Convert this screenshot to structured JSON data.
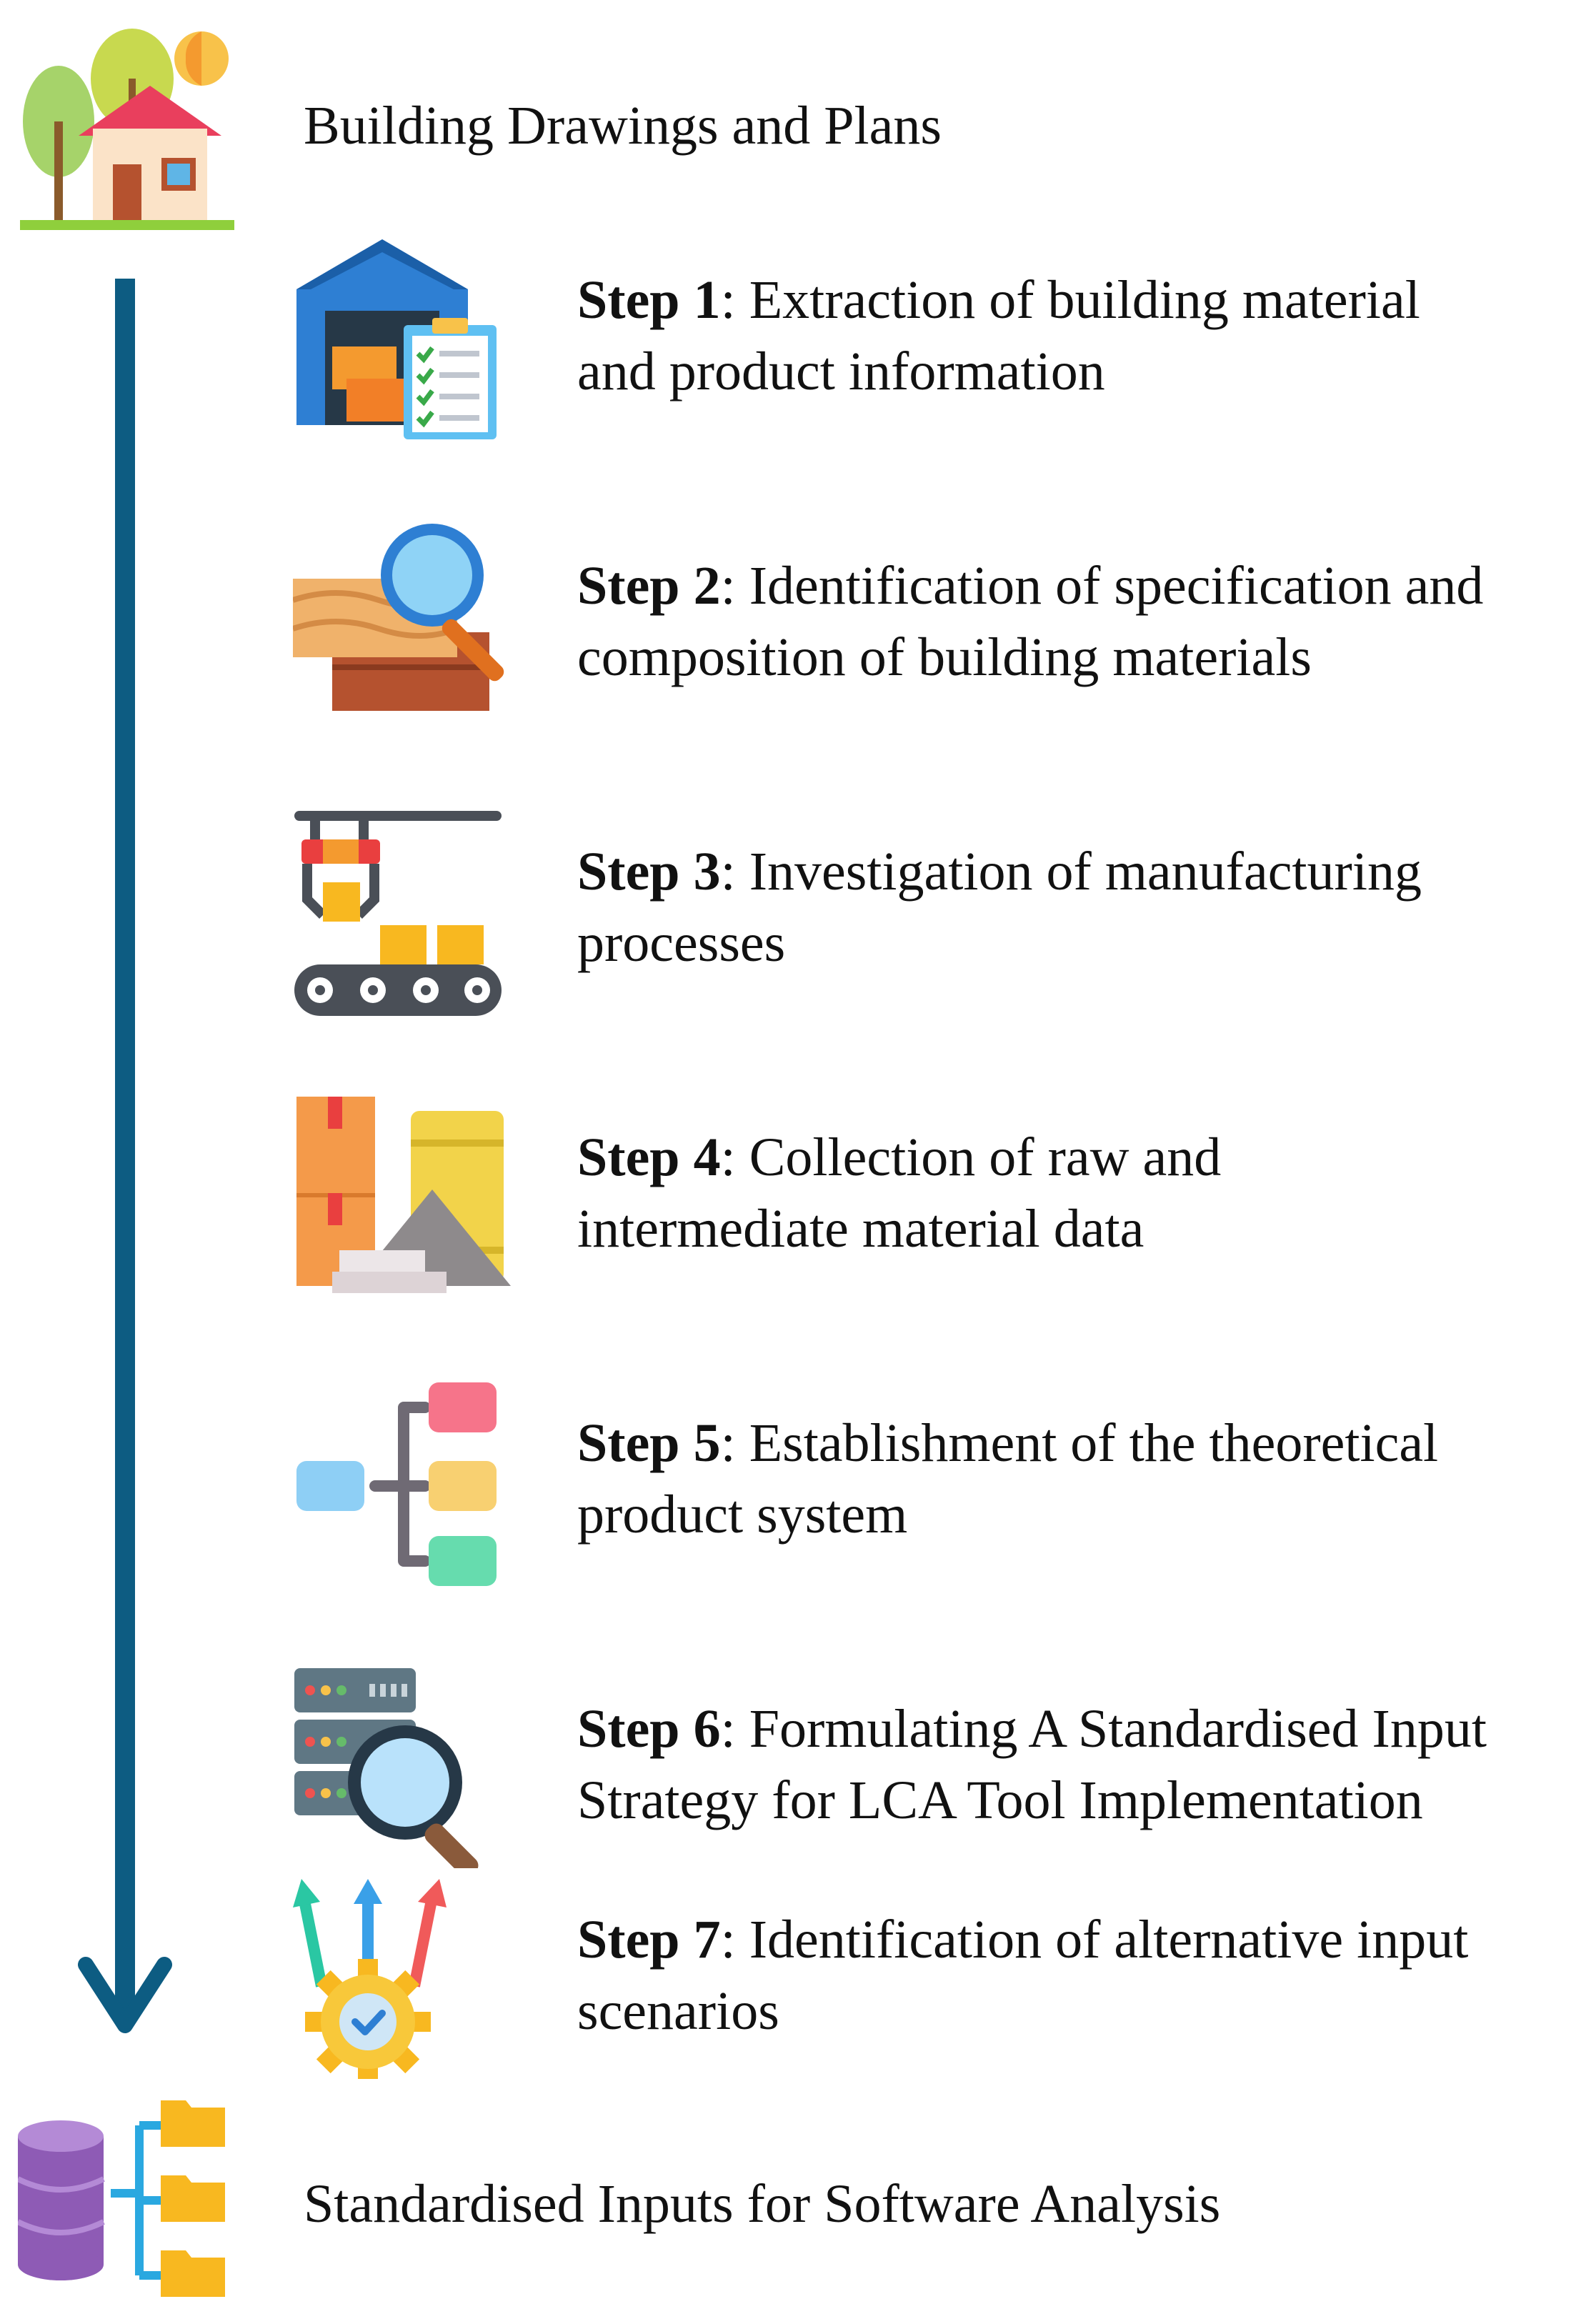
{
  "top": {
    "icon": "house-icon",
    "label": "Building Drawings and Plans"
  },
  "steps": [
    {
      "icon": "warehouse-checklist-icon",
      "prefix": "Step 1",
      "line1": ": Extraction of building material",
      "line2": "and product information"
    },
    {
      "icon": "wood-brick-magnifier-icon",
      "prefix": "Step 2",
      "line1": ": Identification of specification and",
      "line2": "composition of building materials"
    },
    {
      "icon": "conveyor-claw-icon",
      "prefix": "Step 3",
      "line1": ": Investigation of manufacturing",
      "line2": "processes"
    },
    {
      "icon": "raw-materials-icon",
      "prefix": "Step 4",
      "line1": ": Collection of raw and",
      "line2": "intermediate material data"
    },
    {
      "icon": "hierarchy-tree-icon",
      "prefix": "Step 5",
      "line1": ": Establishment of the theoretical",
      "line2": "product system"
    },
    {
      "icon": "server-search-icon",
      "prefix": "Step 6",
      "line1": ": Formulating A Standardised Input",
      "line2": "Strategy for LCA Tool Implementation"
    },
    {
      "icon": "gear-arrows-check-icon",
      "prefix": "Step 7",
      "line1": ": Identification of alternative input",
      "line2": "scenarios"
    }
  ],
  "bottom": {
    "icon": "database-folders-icon",
    "label": "Standardised Inputs for Software Analysis"
  },
  "colors": {
    "arrow": "#0d5c82",
    "text": "#111111"
  }
}
